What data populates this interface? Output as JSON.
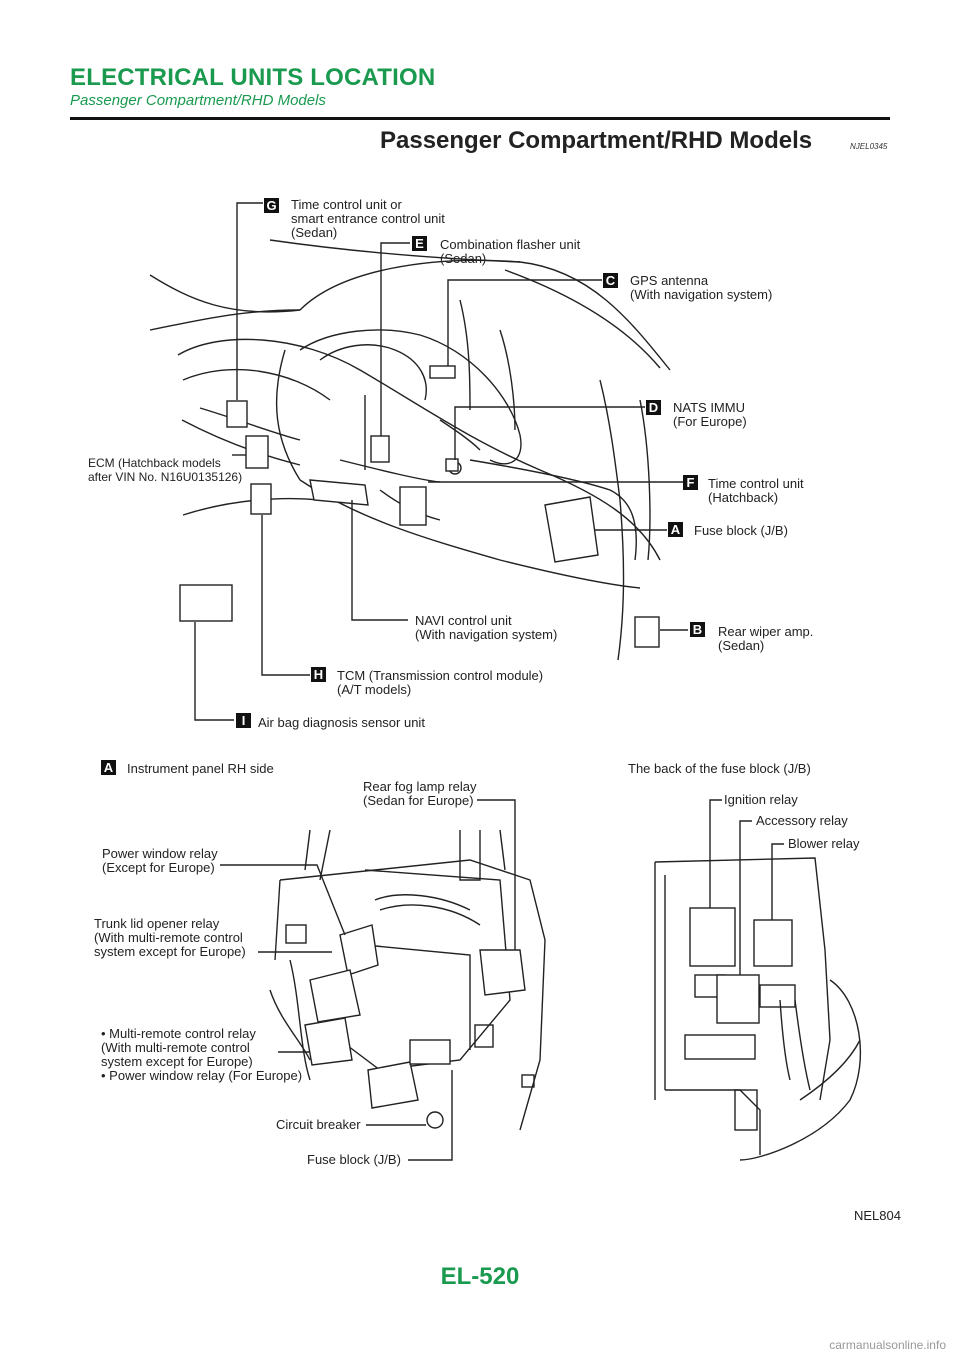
{
  "header": {
    "title": "ELECTRICAL UNITS LOCATION",
    "subtitle": "Passenger Compartment/RHD Models"
  },
  "section": {
    "title": "Passenger Compartment/RHD Models",
    "code": "NJEL0345"
  },
  "top_diagram": {
    "callouts": [
      {
        "letter": "G",
        "text": "Time control unit or\nsmart entrance control unit\n(Sedan)"
      },
      {
        "letter": "E",
        "text": "Combination flasher unit\n(Sedan)"
      },
      {
        "letter": "C",
        "text": "GPS antenna\n(With navigation system)"
      },
      {
        "letter": "D",
        "text": "NATS IMMU\n(For Europe)"
      },
      {
        "letter": "F",
        "text": "Time control unit\n(Hatchback)"
      },
      {
        "letter": "A",
        "text": "Fuse block (J/B)"
      },
      {
        "letter": "B",
        "text": "Rear wiper amp.\n(Sedan)"
      },
      {
        "letter": "H",
        "text": "TCM (Transmission control module)\n(A/T models)"
      },
      {
        "letter": "I",
        "text": "Air bag diagnosis sensor unit"
      }
    ],
    "ecm_label": "ECM (Hatchback models\nafter VIN No. N16U0135126)",
    "navi_label": "NAVI control unit\n(With navigation system)"
  },
  "bottom_left": {
    "badge": "A",
    "title": "Instrument panel RH side",
    "labels": {
      "rear_fog": "Rear fog lamp relay\n(Sedan for Europe)",
      "power_window": "Power window relay\n(Except for Europe)",
      "trunk_lid": "Trunk lid opener relay\n(With multi-remote control\n   system except for Europe)",
      "multi_remote": "• Multi-remote control relay\n    (With multi-remote control\n       system except for Europe)\n• Power window relay (For Europe)",
      "circuit_breaker": "Circuit breaker",
      "fuse_block": "Fuse block (J/B)"
    }
  },
  "bottom_right": {
    "title": "The back of the fuse block (J/B)",
    "labels": {
      "ignition": "Ignition relay",
      "accessory": "Accessory relay",
      "blower": "Blower relay"
    }
  },
  "figure_code": "NEL804",
  "page_number": "EL-520",
  "footer": "carmanualsonline.info"
}
